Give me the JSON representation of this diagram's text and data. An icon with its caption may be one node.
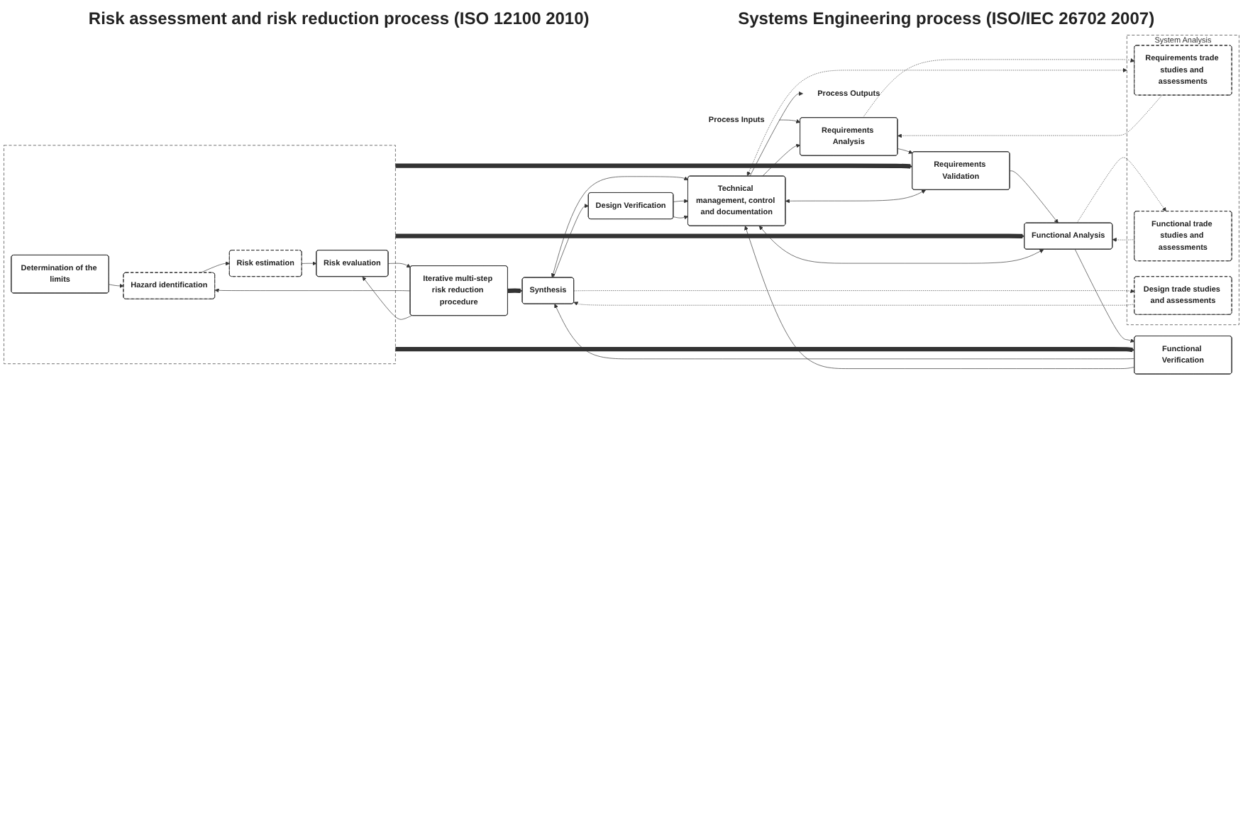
{
  "diagram": {
    "nodes": [
      {
        "text": [],
        "shape": "box"
      },
      {
        "text": [
          "Determination of the limits"
        ],
        "in": 0
      },
      {
        "text": [
          "Hazard identification"
        ],
        "in": 0
      },
      {
        "text": [
          "Risk estimation"
        ],
        "in": 0
      },
      {
        "text": [
          "Risk evaluation"
        ],
        "in": 0
      },
      {
        "text": [
          "Iterative multi-step risk reduction procedure"
        ]
      },
      {
        "text": [
          "Requirements Analysis"
        ]
      },
      {
        "text": [
          "Requirements Validation"
        ]
      },
      {
        "text": [
          "Functional Analysis"
        ]
      },
      {
        "text": [
          "Functional Verification"
        ]
      },
      {
        "text": [
          "Synthesis"
        ]
      },
      {
        "text": [
          "Design Verification"
        ]
      },
      {
        "text": [
          "Technical management, control and documentation"
        ]
      },
      {
        "text": [
          "System Analysis"
        ]
      },
      {
        "text": [
          "Requirements trade studies and assessments"
        ],
        "in": 13
      },
      {
        "text": [
          "Functional trade studies and assessments"
        ],
        "in": 13
      },
      {
        "text": [
          "Design trade studies and assessments"
        ],
        "in": 13
      },
      {
        "text": [
          "Process Inputs"
        ]
      },
      {
        "text": [
          "Process Outputs"
        ]
      }
    ],
    "edges": [
      {
        "from": 1,
        "to": 2,
        "arrow": "to"
      },
      {
        "from": 2,
        "to": 3,
        "arrow": "to"
      },
      {
        "from": 3,
        "to": 4,
        "arrow": "to"
      },
      {
        "from": 4,
        "to": 5,
        "arrow": "to"
      },
      {
        "from": 5,
        "to": 2,
        "arrow": "to"
      },
      {
        "from": 5,
        "to": 4,
        "arrow": "to"
      },
      {
        "from": 0,
        "to": 7,
        "arrow": "to",
        "style": "thick"
      },
      {
        "from": 0,
        "to": 8,
        "arrow": "to",
        "style": "thick"
      },
      {
        "from": 0,
        "to": 9,
        "arrow": "to",
        "style": "thick"
      },
      {
        "from": 5,
        "to": 10,
        "arrow": "to",
        "style": "thick"
      },
      {
        "from": 17,
        "to": 6,
        "arrow": "to"
      },
      {
        "from": 6,
        "to": 7,
        "arrow": "to"
      },
      {
        "from": 7,
        "to": 8,
        "arrow": "to"
      },
      {
        "from": 8,
        "to": 9,
        "arrow": "to"
      },
      {
        "from": 9,
        "to": 10,
        "arrow": "to"
      },
      {
        "from": 10,
        "to": 11,
        "arrow": "to"
      },
      {
        "from": 12,
        "to": 6,
        "arrow": "to"
      },
      {
        "from": 7,
        "to": 12,
        "arrow": "both"
      },
      {
        "from": 8,
        "to": 12,
        "arrow": "both"
      },
      {
        "from": 9,
        "to": 12,
        "arrow": "to"
      },
      {
        "from": 10,
        "to": 12,
        "arrow": "both"
      },
      {
        "from": 11,
        "to": 12,
        "arrow": "to"
      },
      {
        "from": 11,
        "to": 12,
        "arrow": "to"
      },
      {
        "from": 12,
        "to": 18,
        "arrow": "to"
      },
      {
        "from": 6,
        "to": 14,
        "arrow": "to",
        "style": "dashed"
      },
      {
        "from": 14,
        "to": 6,
        "arrow": "to",
        "style": "dashed"
      },
      {
        "from": 8,
        "to": 15,
        "arrow": "to",
        "style": "dashed"
      },
      {
        "from": 15,
        "to": 8,
        "arrow": "to",
        "style": "dashed"
      },
      {
        "from": 10,
        "to": 16,
        "arrow": "to",
        "style": "dashed"
      },
      {
        "from": 16,
        "to": 10,
        "arrow": "to",
        "style": "dashed"
      },
      {
        "from": 12,
        "to": 13,
        "arrow": "both",
        "style": "dashed"
      }
    ],
    "labels": [
      "Risk assessment and risk reduction process (ISO 12100 2010)",
      "Systems Engineering process (ISO/IEC 26702 2007)"
    ]
  }
}
